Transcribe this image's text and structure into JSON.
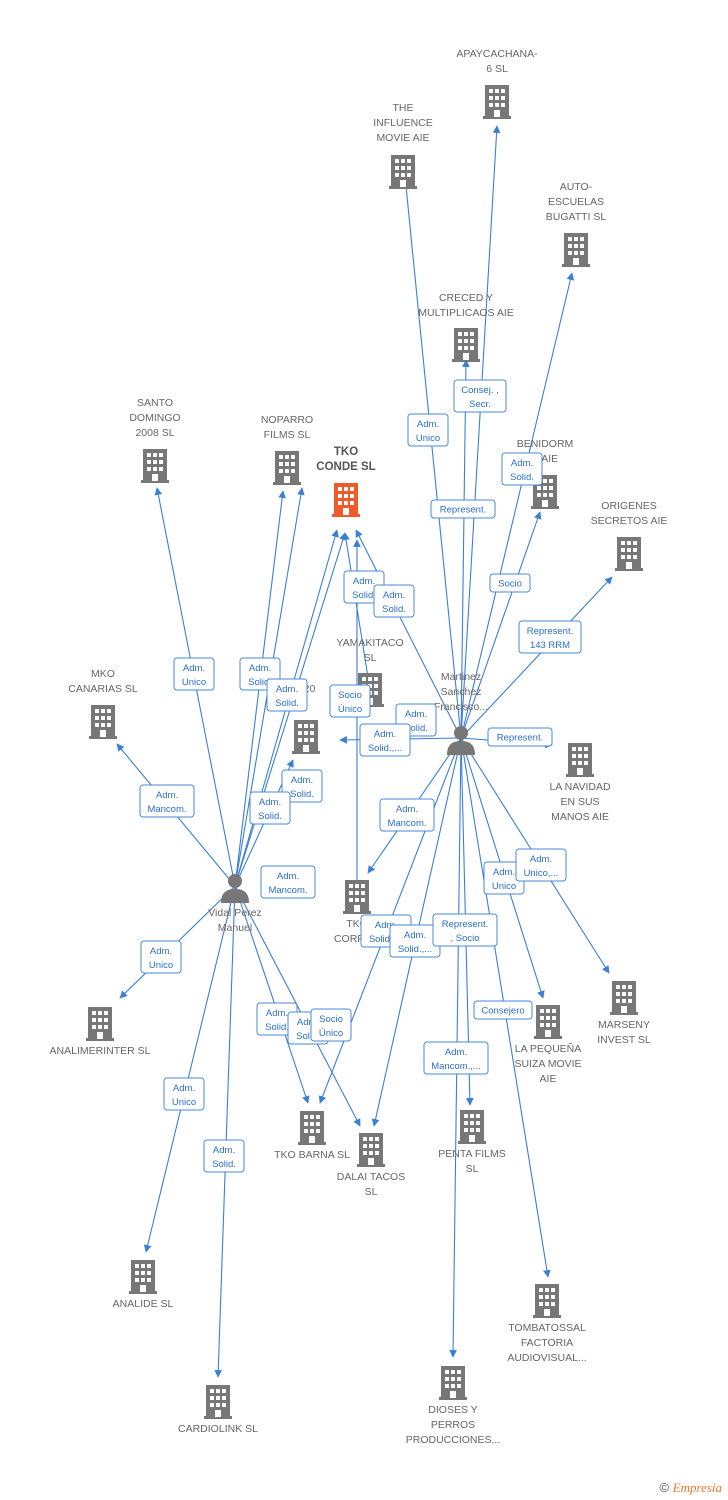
{
  "colors": {
    "edge": "#3b7fd6",
    "building": "#777777",
    "focus_building": "#f05a28",
    "person": "#777777"
  },
  "nodes": [
    {
      "id": "tko_conde",
      "type": "building",
      "focus": true,
      "label": [
        "TKO",
        "CONDE SL"
      ]
    },
    {
      "id": "apaycachana",
      "type": "building",
      "label": [
        "APAYCACHANA-",
        "6 SL"
      ]
    },
    {
      "id": "influence",
      "type": "building",
      "label": [
        "THE",
        "INFLUENCE",
        "MOVIE AIE"
      ]
    },
    {
      "id": "autoescuelas",
      "type": "building",
      "label": [
        "AUTO-",
        "ESCUELAS",
        "BUGATTI SL"
      ]
    },
    {
      "id": "creced",
      "type": "building",
      "label": [
        "CRECED Y",
        "MULTIPLICAOS AIE"
      ]
    },
    {
      "id": "benidorm",
      "type": "building",
      "label": [
        "BENIDORM",
        "S AIE"
      ]
    },
    {
      "id": "origenes",
      "type": "building",
      "label": [
        "ORIGENES",
        "SECRETOS AIE"
      ]
    },
    {
      "id": "santo",
      "type": "building",
      "label": [
        "SANTO",
        "DOMINGO",
        "2008 SL"
      ]
    },
    {
      "id": "noparro",
      "type": "building",
      "label": [
        "NOPARRO",
        "FILMS SL"
      ]
    },
    {
      "id": "yamakitaco",
      "type": "building",
      "label": [
        "YAMAKITACO",
        "SL"
      ]
    },
    {
      "id": "mko",
      "type": "building",
      "label": [
        "MKO",
        "CANARIAS SL"
      ]
    },
    {
      "id": "e20",
      "type": "building",
      "label": [
        "E20"
      ]
    },
    {
      "id": "navidad",
      "type": "building",
      "label": [
        "LA NAVIDAD",
        "EN SUS",
        "MANOS AIE"
      ]
    },
    {
      "id": "martinez",
      "type": "person",
      "label": [
        "Martinez",
        "Sanchez",
        "Francisco..."
      ]
    },
    {
      "id": "vidal",
      "type": "person",
      "label": [
        "Vidal Perez",
        "Manuel"
      ]
    },
    {
      "id": "tko_corpor",
      "type": "building",
      "label": [
        "TKO",
        "CORPOR"
      ]
    },
    {
      "id": "analimerinter",
      "type": "building",
      "label": [
        "ANALIMERINTER SL"
      ]
    },
    {
      "id": "marseny",
      "type": "building",
      "label": [
        "MARSENY",
        "INVEST SL"
      ]
    },
    {
      "id": "pequena",
      "type": "building",
      "label": [
        "LA PEQUEÑA",
        "SUIZA MOVIE",
        "AIE"
      ]
    },
    {
      "id": "tko_barna",
      "type": "building",
      "label": [
        "TKO BARNA SL"
      ]
    },
    {
      "id": "dalai",
      "type": "building",
      "label": [
        "DALAI TACOS",
        "SL"
      ]
    },
    {
      "id": "penta",
      "type": "building",
      "label": [
        "PENTA FILMS",
        "SL"
      ]
    },
    {
      "id": "analide",
      "type": "building",
      "label": [
        "ANALIDE SL"
      ]
    },
    {
      "id": "tombatossal",
      "type": "building",
      "label": [
        "TOMBATOSSAL",
        "FACTORIA",
        "AUDIOVISUAL..."
      ]
    },
    {
      "id": "cardiolink",
      "type": "building",
      "label": [
        "CARDIOLINK SL"
      ]
    },
    {
      "id": "dioses",
      "type": "building",
      "label": [
        "DIOSES Y",
        "PERROS",
        "PRODUCCIONES..."
      ]
    }
  ],
  "relations": [
    [
      "Consej. ,",
      "Secr."
    ],
    [
      "Adm.",
      "Unico"
    ],
    [
      "Adm.",
      "Solid."
    ],
    [
      "Represent."
    ],
    [
      "Socio"
    ],
    [
      "Represent.",
      "143 RRM"
    ],
    [
      "Adm.",
      "Solid."
    ],
    [
      "Adm.",
      "Solid."
    ],
    [
      "Adm.",
      "Unico"
    ],
    [
      "Adm.",
      "Solid."
    ],
    [
      "Adm.",
      "Solid."
    ],
    [
      "Socio",
      "Único"
    ],
    [
      "Adm.",
      "Solid."
    ],
    [
      "Adm.",
      "Solid.,..."
    ],
    [
      "Represent."
    ],
    [
      "Adm.",
      "Mancom."
    ],
    [
      "Adm.",
      "Solid."
    ],
    [
      "Adm.",
      "Solid."
    ],
    [
      "Adm.",
      "Mancom."
    ],
    [
      "Adm.",
      "Mancom."
    ],
    [
      "Adm.",
      "Unico"
    ],
    [
      "Adm.",
      "Unico,..."
    ],
    [
      "Adm.",
      "Unico"
    ],
    [
      "Adm.",
      "Solid.,..."
    ],
    [
      "Adm.",
      "Solid.,..."
    ],
    [
      "Represent.",
      ", Socio"
    ],
    [
      "Consejero"
    ],
    [
      "Adm.",
      "Solid."
    ],
    [
      "Adm.",
      "Solid."
    ],
    [
      "Socio",
      "Único"
    ],
    [
      "Adm.",
      "Mancom.,..."
    ],
    [
      "Adm.",
      "Unico"
    ],
    [
      "Adm.",
      "Solid."
    ]
  ],
  "copyright": {
    "symbol": "©",
    "brand": "Empresia"
  }
}
